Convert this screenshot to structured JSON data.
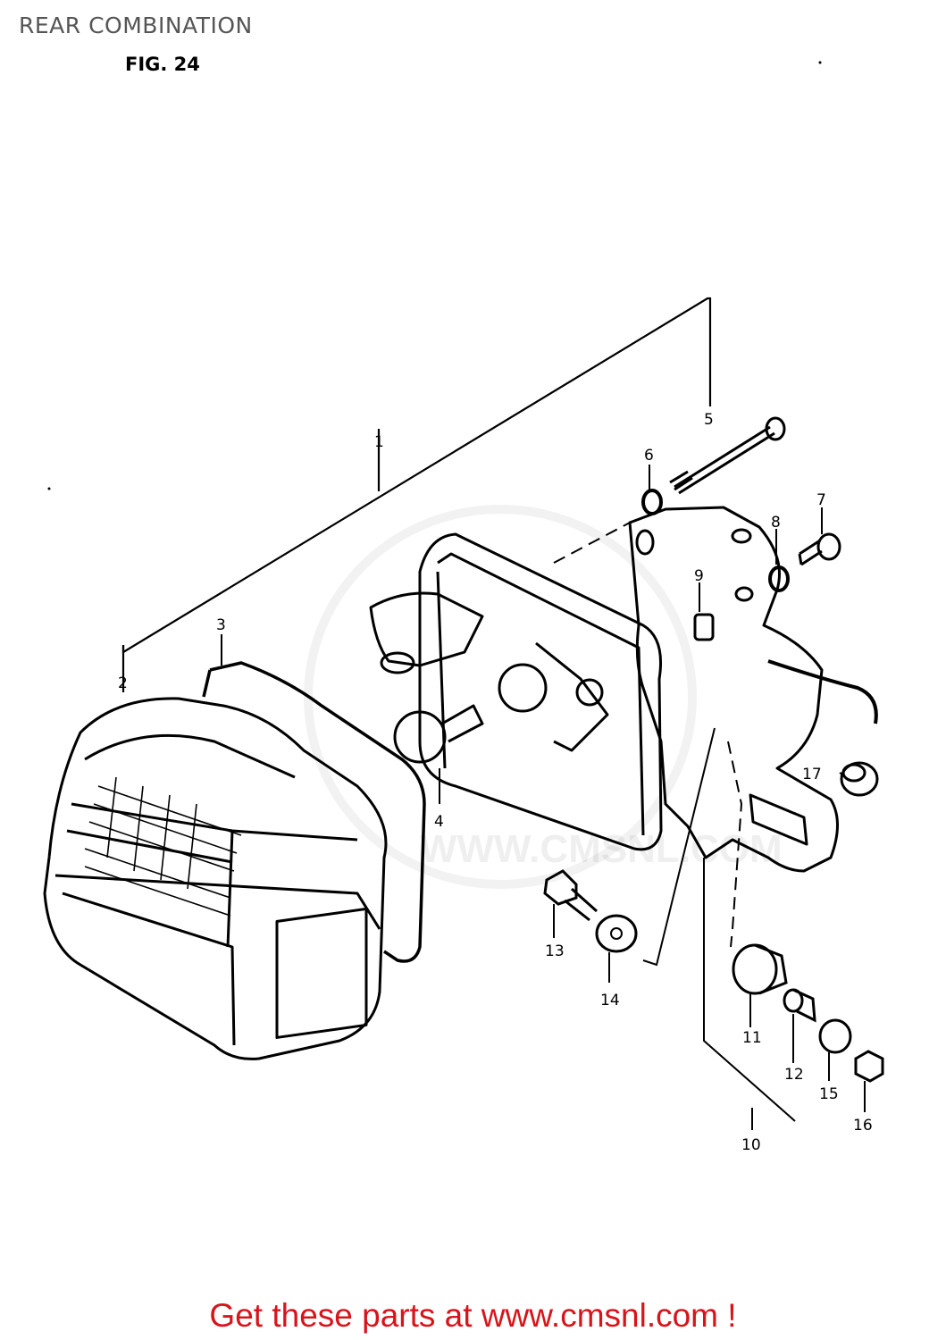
{
  "header": {
    "title": "REAR COMBINATION",
    "figure": "FIG. 24"
  },
  "callouts": [
    "1",
    "2",
    "3",
    "4",
    "5",
    "6",
    "7",
    "8",
    "9",
    "10",
    "11",
    "12",
    "13",
    "14",
    "15",
    "16",
    "17"
  ],
  "watermark": "WWW.CMSNL.COM",
  "footer": {
    "text": "Get these parts at www.cmsnl.com !",
    "color": "#d8141b"
  }
}
